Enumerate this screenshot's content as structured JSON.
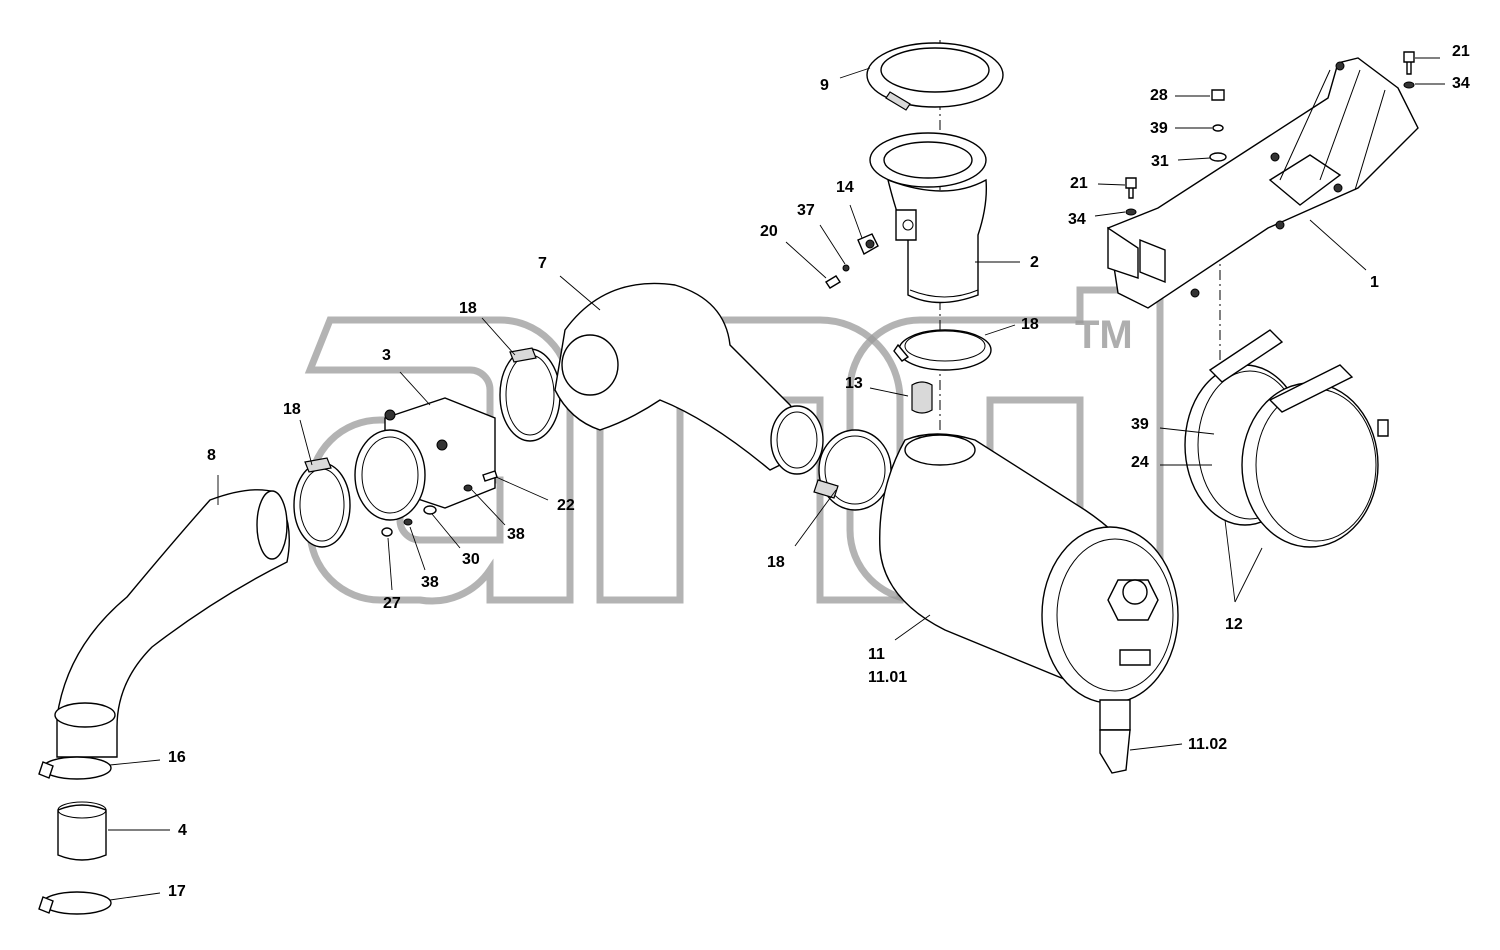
{
  "watermark": {
    "brand": "anb",
    "trademark": "TM"
  },
  "callouts": {
    "c1": "1",
    "c2": "2",
    "c3": "3",
    "c4": "4",
    "c7": "7",
    "c8": "8",
    "c9": "9",
    "c11": "11",
    "c11_01": "11.01",
    "c11_02": "11.02",
    "c12": "12",
    "c13": "13",
    "c14": "14",
    "c16": "16",
    "c17": "17",
    "c18a": "18",
    "c18b": "18",
    "c18c": "18",
    "c18d": "18",
    "c20": "20",
    "c21a": "21",
    "c21b": "21",
    "c22": "22",
    "c24": "24",
    "c27": "27",
    "c28": "28",
    "c30": "30",
    "c31": "31",
    "c34a": "34",
    "c34b": "34",
    "c37": "37",
    "c38a": "38",
    "c38b": "38",
    "c39a": "39",
    "c39b": "39"
  }
}
